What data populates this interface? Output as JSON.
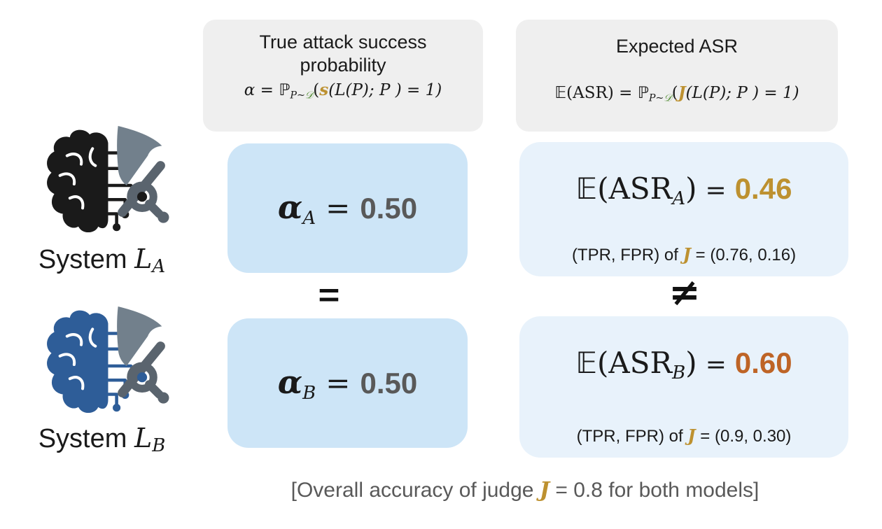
{
  "colors": {
    "gold": "#BD9130",
    "orange": "#BE6426",
    "green": "#4E8A2F",
    "value_gray": "#595959",
    "caption_gray": "#595959",
    "ink": "#1A1A1A",
    "header_bg": "#EFEFEF",
    "alpha_box_bg": "#CDE5F7",
    "asr_box_bg": "#E8F2FB",
    "brain_black": "#1A1A1A",
    "brain_blue": "#2E5D98",
    "sword_gray": "#72808C"
  },
  "headers": {
    "left": {
      "title_line1": "True attack success",
      "title_line2": "probability",
      "formula": {
        "alpha": "α",
        "eq": " = ",
        "prob": "ℙ",
        "sub_p": "P~",
        "sub_d": "𝒟",
        "open": "(",
        "fn": "s",
        "tail": "(L(P); P ) = 1)"
      }
    },
    "right": {
      "title": "Expected ASR",
      "formula": {
        "lead_bb": "𝔼",
        "lead_rest": "(ASR)",
        "eq": " = ",
        "prob": "ℙ",
        "sub_p": "P~",
        "sub_d": "𝒟",
        "open": "(",
        "fn": "J",
        "tail": "(L(P); P ) = 1)"
      }
    }
  },
  "systems": [
    {
      "label": "System ",
      "var": "L",
      "sub": "A",
      "brain_color": "#1A1A1A"
    },
    {
      "label": "System ",
      "var": "L",
      "sub": "B",
      "brain_color": "#2E5D98"
    }
  ],
  "alpha_boxes": [
    {
      "symbol": "α",
      "sub": "A",
      "eq": "=",
      "value": "0.50"
    },
    {
      "symbol": "α",
      "sub": "B",
      "eq": "=",
      "value": "0.50"
    }
  ],
  "asr_boxes": [
    {
      "lead_bb": "𝔼",
      "lead_rest": "(ASR",
      "sub": "A",
      "close": ")",
      "eq": "=",
      "value": "0.46",
      "detail_pre": "(TPR, FPR) of ",
      "detail_j": "J",
      "detail_post": " = (0.76, 0.16)"
    },
    {
      "lead_bb": "𝔼",
      "lead_rest": "(ASR",
      "sub": "B",
      "close": ")",
      "eq": "=",
      "value": "0.60",
      "detail_pre": "(TPR, FPR) of ",
      "detail_j": "J",
      "detail_post": " = (0.9, 0.30)"
    }
  ],
  "relations": {
    "alpha": "=",
    "asr": "≠"
  },
  "caption": {
    "pre": "[Overall accuracy of judge ",
    "j": "J",
    "post": " = 0.8 for both models]"
  }
}
